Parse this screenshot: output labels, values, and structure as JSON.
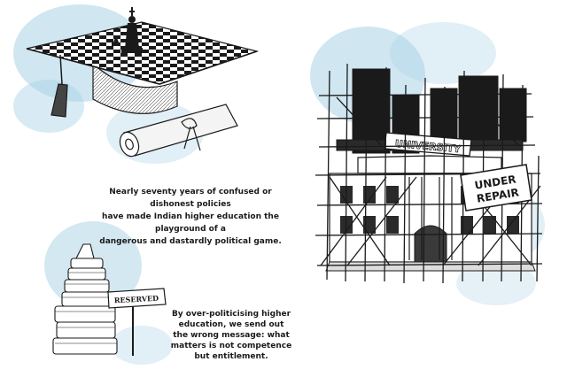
{
  "colors": {
    "ink": "#1a1a1a",
    "wash": "#a9d2e6",
    "paper": "#ffffff"
  },
  "illustrations": {
    "top_left": {
      "icons": [
        "chessboard-mortarboard-icon",
        "chess-king-icon",
        "diploma-scroll-icon"
      ]
    },
    "bottom_left": {
      "icons": [
        "book-stack-icon",
        "signpost-icon"
      ],
      "sign_text": "RESERVED"
    },
    "right": {
      "icons": [
        "university-building-icon",
        "scaffolding-icon",
        "repair-sign-icon"
      ],
      "banner_text": "UNIVERSITY",
      "sign_line1": "UNDER",
      "sign_line2": "REPAIR"
    }
  },
  "captions": {
    "first": [
      "Nearly seventy years of confused or dishonest policies",
      "have made Indian higher education the playground of a",
      "dangerous and dastardly political game."
    ],
    "second": [
      "By over-politicising higher",
      "education, we send out",
      "the wrong message: what",
      "matters is not competence",
      "but entitlement."
    ]
  }
}
